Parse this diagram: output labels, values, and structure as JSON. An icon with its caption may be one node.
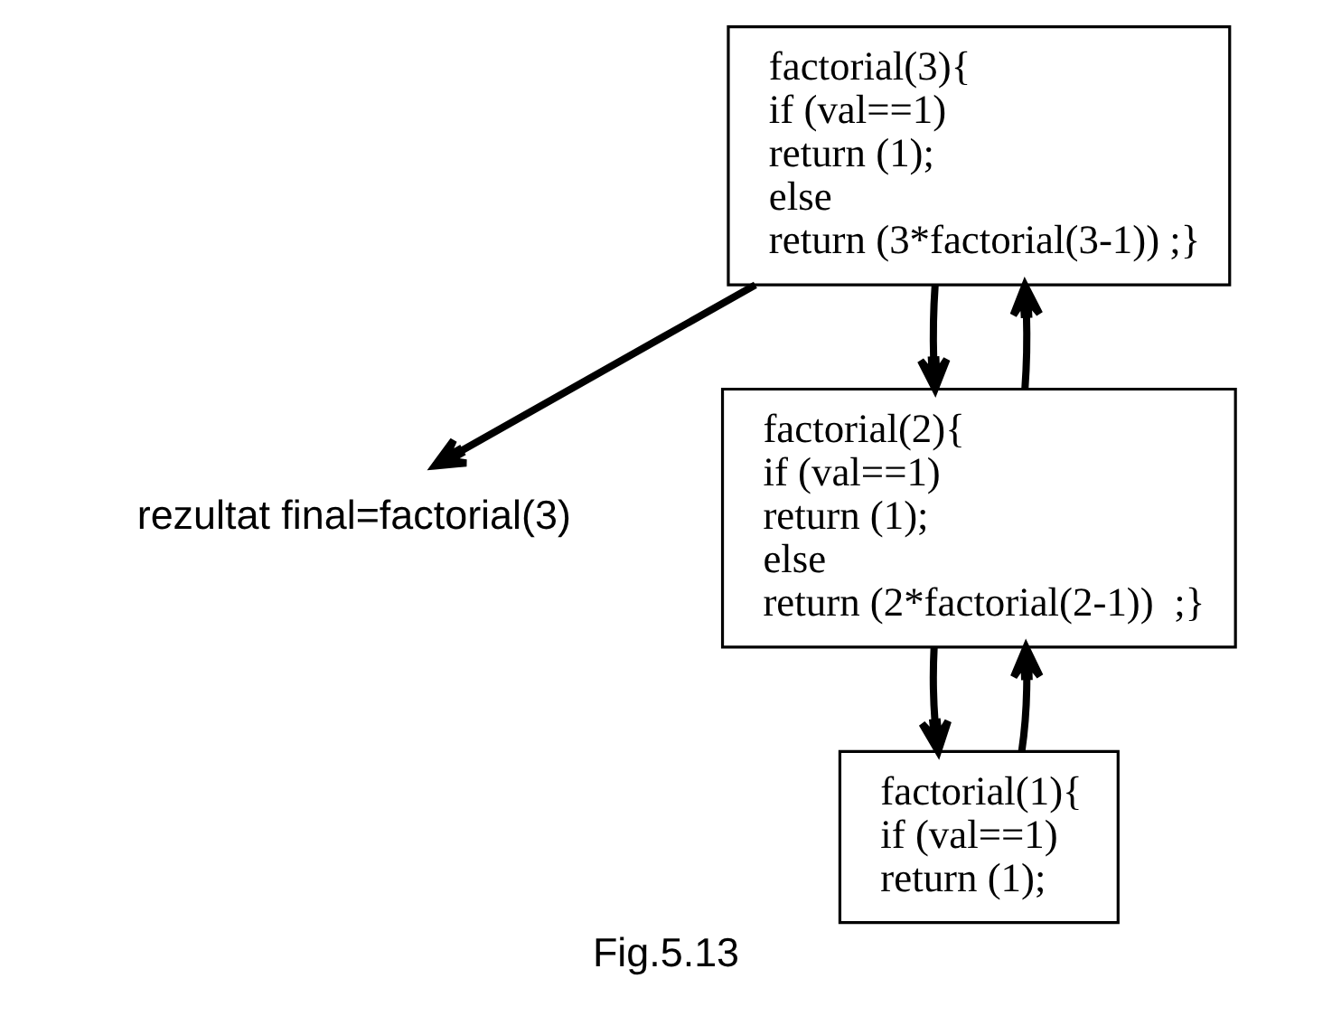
{
  "diagram": {
    "caption": "Fig.5.13",
    "nodes": [
      {
        "text": [
          "rezultat final=factorial(3)"
        ]
      },
      {
        "text": [
          "factorial(3){",
          "if (val==1)",
          "return (1);",
          "else",
          "return (3*factorial(3-1)) ;}"
        ]
      },
      {
        "text": [
          "factorial(2){",
          "if (val==1)",
          "return (1);",
          "else",
          "return (2*factorial(2-1))  ;}"
        ]
      },
      {
        "text": [
          "factorial(1){",
          "if (val==1)",
          "return (1);"
        ]
      }
    ],
    "edges": [
      {
        "from": 1,
        "to": 2,
        "arrow": "to"
      },
      {
        "from": 2,
        "to": 3,
        "arrow": "to"
      },
      {
        "from": 3,
        "to": 2,
        "arrow": "to"
      },
      {
        "from": 2,
        "to": 1,
        "arrow": "to"
      },
      {
        "from": 1,
        "to": 0,
        "arrow": "to"
      }
    ]
  }
}
